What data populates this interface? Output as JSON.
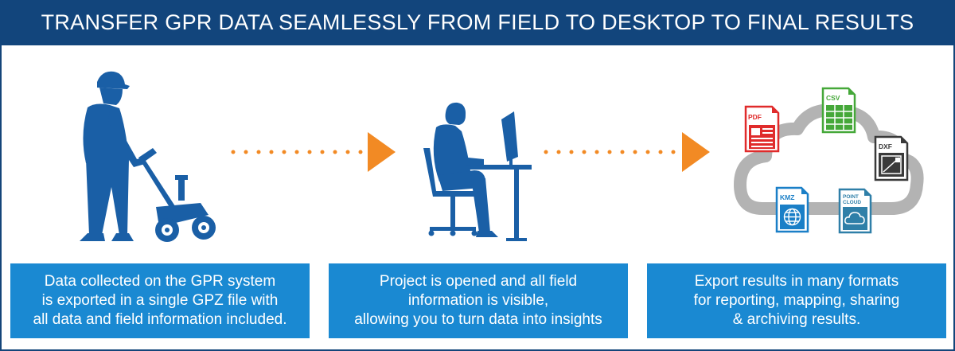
{
  "banner": {
    "title": "TRANSFER GPR DATA SEAMLESSLY FROM FIELD TO DESKTOP TO FINAL RESULTS"
  },
  "colors": {
    "navy": "#12457c",
    "silhouette": "#1a5fa6",
    "caption": "#1a89d2",
    "arrow": "#f28a24",
    "cloud": "#b3b3b3",
    "pdf": "#e02b2b",
    "csv": "#45a839",
    "dxf": "#3a3a3a",
    "kmz": "#1a7fc7",
    "pointcloud": "#2f7fa8"
  },
  "captions": [
    {
      "lines": [
        "Data collected on the GPR system",
        "is exported in a single GPZ file with",
        "all data and field information included."
      ]
    },
    {
      "lines": [
        "Project is opened and all field",
        "information is visible,",
        "allowing you to turn data into insights"
      ]
    },
    {
      "lines": [
        "Export results in many formats",
        "for reporting, mapping, sharing",
        "& archiving results."
      ]
    }
  ],
  "files": {
    "pdf": "PDF",
    "csv": "CSV",
    "dxf": "DXF",
    "kmz": "KMZ",
    "pointcloud_line1": "POINT",
    "pointcloud_line2": "CLOUD"
  },
  "icons": {
    "field_worker": "worker-with-gpr-cart-icon",
    "desk_user": "person-at-computer-icon",
    "arrow1": "dotted-arrow-icon",
    "arrow2": "dotted-arrow-icon",
    "cloud": "cloud-icon"
  }
}
